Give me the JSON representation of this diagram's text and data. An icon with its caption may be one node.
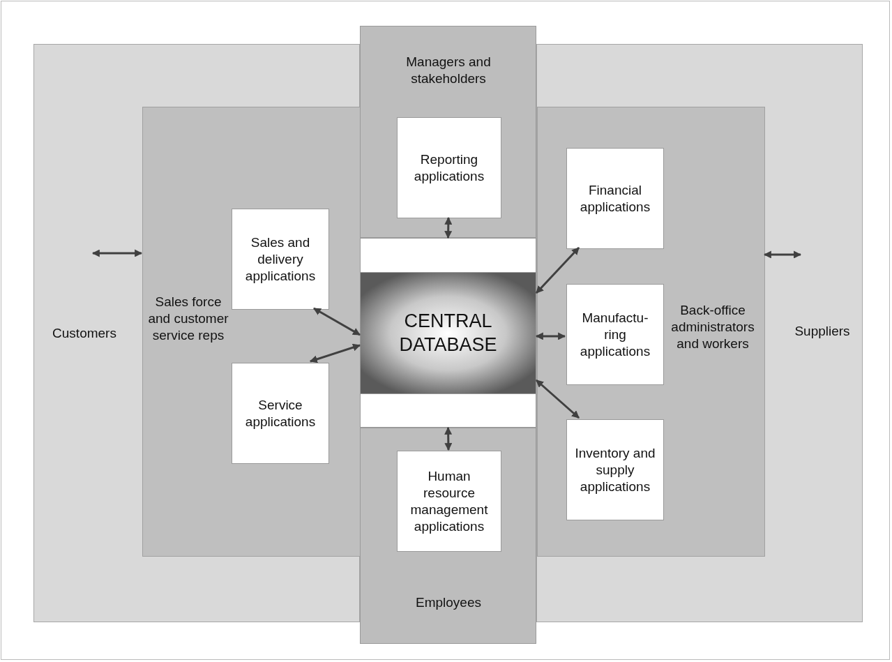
{
  "diagram": {
    "nodes": [
      {
        "text": [
          "Customers"
        ]
      },
      {
        "text": [
          "Sales force and customer service reps"
        ],
        "in": 0
      },
      {
        "text": [
          "Managers and stakeholders"
        ]
      },
      {
        "text": [
          "Reporting applications"
        ],
        "in": 2
      },
      {
        "text": [
          "Sales and delivery applications"
        ],
        "in": 1
      },
      {
        "text": [
          "Financial applications"
        ],
        "in": 11
      },
      {
        "text": [
          "CENTRAL DATABASE"
        ]
      },
      {
        "text": [
          "Manufactu- ring applications"
        ],
        "in": 11
      },
      {
        "text": [
          "Service applications"
        ],
        "in": 1
      },
      {
        "text": [
          "Inventory and supply applications"
        ],
        "in": 11
      },
      {
        "text": [
          "Suppliers"
        ]
      },
      {
        "text": [
          "Back-office administrators and workers"
        ],
        "in": 10
      },
      {
        "text": [
          "Employees"
        ]
      },
      {
        "text": [
          "Human resource management applications"
        ],
        "in": 12
      }
    ],
    "edges": [
      {
        "from": 0,
        "to": 1,
        "arrow": "both"
      },
      {
        "from": 11,
        "to": 10,
        "arrow": "both"
      },
      {
        "from": 3,
        "to": 6,
        "arrow": "both"
      },
      {
        "from": 4,
        "to": 6,
        "arrow": "both"
      },
      {
        "from": 8,
        "to": 6,
        "arrow": "both"
      },
      {
        "from": 6,
        "to": 5,
        "arrow": "both"
      },
      {
        "from": 6,
        "to": 7,
        "arrow": "both"
      },
      {
        "from": 6,
        "to": 9,
        "arrow": "both"
      },
      {
        "from": 6,
        "to": 13,
        "arrow": "both"
      }
    ]
  }
}
